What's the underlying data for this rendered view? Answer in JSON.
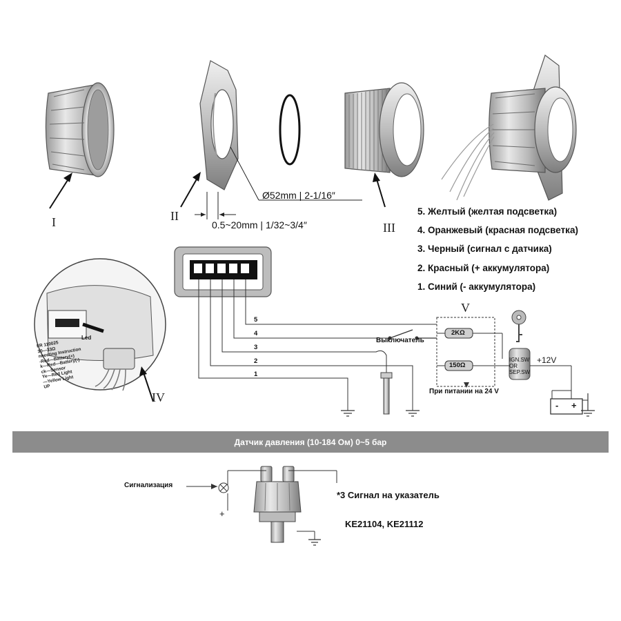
{
  "parts": {
    "labels": [
      "I",
      "II",
      "III",
      "IV",
      "V"
    ]
  },
  "dimensions": {
    "diameter": "Ø52mm | 2-1/16″",
    "thickness": "0.5~20mm | 1/32~3/4″"
  },
  "wire_legend": [
    "5. Желтый (желтая подсветка)",
    "4. Оранжевый (красная подсветка)",
    "3. Черный (сигнал с датчика)",
    "2. Красный (+ аккумулятора)",
    "1. Синий (- аккумулятора)"
  ],
  "wiring": {
    "wire_numbers": [
      "5",
      "4",
      "3",
      "2",
      "1"
    ],
    "switch_label": "Выключатель",
    "resistor_top": "2KΩ",
    "resistor_bottom": "150Ω",
    "ignition_label": [
      "IGN.SW",
      "OR",
      "SEP.SW"
    ],
    "voltage_label": "+12V",
    "note_24v": "При питании на 24 V",
    "battery_minus": "-",
    "battery_plus": "+"
  },
  "connector_closeup": {
    "lines": [
      "FR 110025",
      "30—33Ω",
      "nnecting Instruction",
      "-Red—Battery(+)",
      "k—Red—Battery(-)",
      "ck—Sensor",
      "Ye—Red Light",
      "—Yellow Light",
      "UP"
    ],
    "led_label": "Led"
  },
  "sensor": {
    "banner": "Датчик давления (10-184 Ом) 0~5 бар",
    "alarm_label": "Сигнализация",
    "plus_sign": "+",
    "signal_label": "*3 Сигнал на указатель",
    "models": "KE21104, KE21112"
  },
  "colors": {
    "line": "#333333",
    "metal_light": "#e2e2e2",
    "metal_dark": "#8a8a8a",
    "banner": "#8c8c8c",
    "connector": "#cfcfcf"
  }
}
